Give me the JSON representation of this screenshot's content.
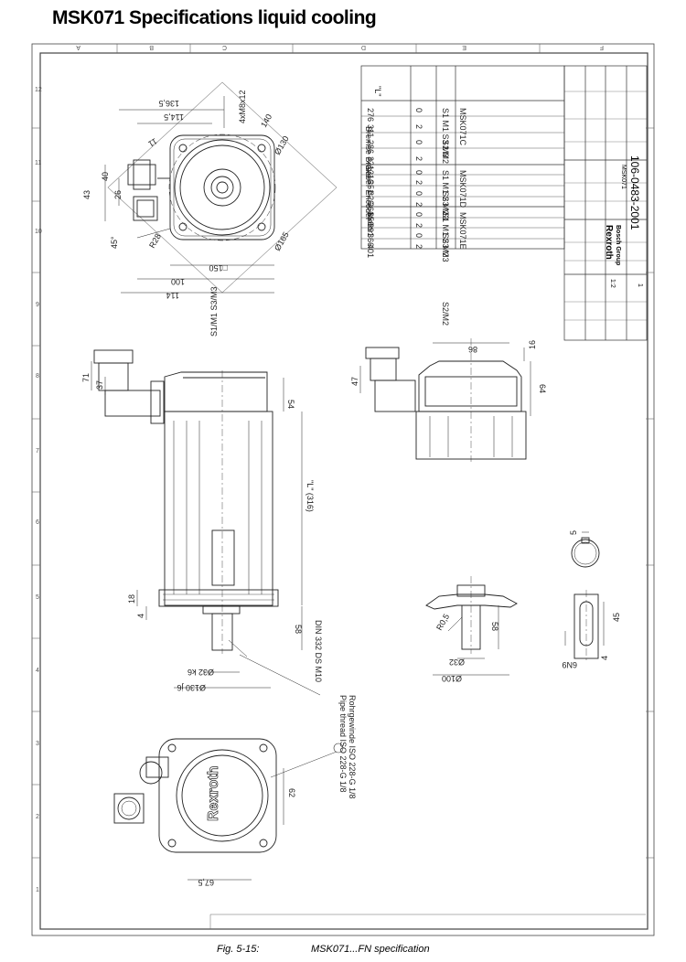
{
  "page": {
    "title": "MSK071 Specifications liquid cooling",
    "figure_label": "Fig. 5-15:",
    "figure_caption": "MSK071...FN specification"
  },
  "drawing": {
    "frame_letters": [
      "A",
      "B",
      "C",
      "D",
      "E",
      "F"
    ],
    "frame_numbers": [
      "12",
      "11",
      "10",
      "9",
      "8",
      "7",
      "6",
      "5",
      "4",
      "3",
      "2",
      "1"
    ],
    "front_view": {
      "dims": [
        "136,5",
        "114,5",
        "11",
        "4xM8x12",
        "140",
        "Ø130",
        "40",
        "43",
        "26",
        "45°",
        "R28",
        "Ø165",
        "□150",
        "100",
        "114"
      ]
    },
    "side_view": {
      "label": "S1/M1 S3/M3",
      "dims": [
        "71",
        "37",
        "54",
        "\"L\" (316)",
        "18",
        "4",
        "58",
        "Ø32 k6",
        "Ø130 j6"
      ],
      "dim_note": "DIN 332 DS M10",
      "pipe_note_1": "Pipe thread ISO 228-G 1/8",
      "pipe_note_2": "Rohrgewinde ISO 228-G 1/8"
    },
    "top_view": {
      "label": "S2/M2",
      "dims": [
        "86",
        "16",
        "47",
        "64"
      ]
    },
    "shaft_detail": {
      "dims": [
        "R0,5",
        "58",
        "Ø32",
        "Ø100"
      ]
    },
    "key_detail": {
      "dims": [
        "5",
        "6N9",
        "45",
        "4"
      ]
    },
    "rear_view": {
      "brand": "Rexroth",
      "dims": [
        "62",
        "67,5"
      ]
    },
    "table": {
      "headers": [
        "Motor",
        "Geber Encoder",
        "Bremse Brake",
        "\"L\""
      ],
      "rows": [
        {
          "motor": "MSK071C",
          "encoder": "S1 M1 S3 M3",
          "brake": "0",
          "l": "276"
        },
        {
          "motor": "",
          "encoder": "",
          "brake": "2",
          "l": "311"
        },
        {
          "motor": "",
          "encoder": "S2 M2",
          "brake": "0",
          "l": "286"
        },
        {
          "motor": "",
          "encoder": "",
          "brake": "2",
          "l": "321"
        },
        {
          "motor": "MSK071D",
          "encoder": "S1 M1 S3 M3",
          "brake": "0",
          "l": "316"
        },
        {
          "motor": "",
          "encoder": "",
          "brake": "2",
          "l": "351"
        },
        {
          "motor": "",
          "encoder": "S2 M2",
          "brake": "0",
          "l": "326"
        },
        {
          "motor": "",
          "encoder": "",
          "brake": "2",
          "l": "361"
        },
        {
          "motor": "MSK071E",
          "encoder": "S1 M1 S3 M3",
          "brake": "0",
          "l": "356"
        },
        {
          "motor": "",
          "encoder": "",
          "brake": "2",
          "l": "391"
        },
        {
          "motor": "",
          "encoder": "S2 M2",
          "brake": "0",
          "l": "366"
        },
        {
          "motor": "",
          "encoder": "",
          "brake": "2",
          "l": "401"
        }
      ]
    },
    "title_block": {
      "company": "Rexroth",
      "group": "Bosch Group",
      "drawing_number": "106-0483-2001",
      "name": "MSK071",
      "scale": "1:2",
      "sheet": "1"
    }
  }
}
